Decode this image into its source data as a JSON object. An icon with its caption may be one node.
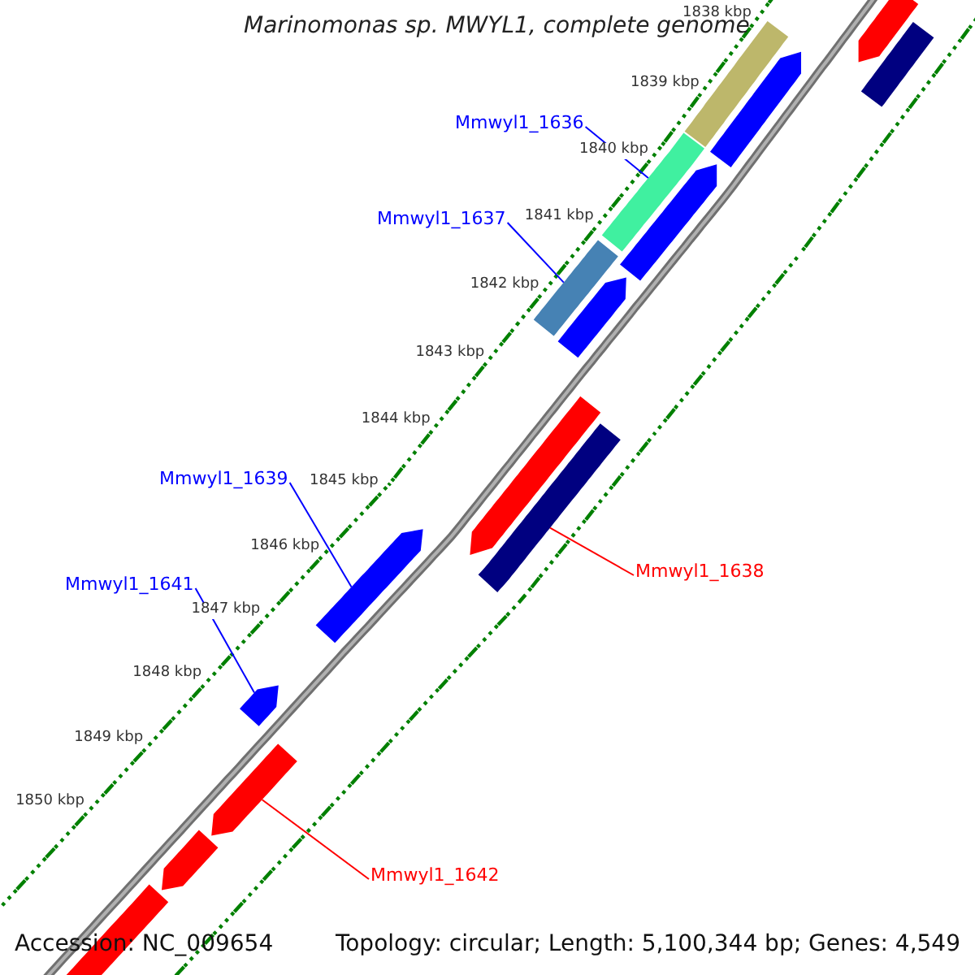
{
  "diagram": {
    "title": "Marinomonas sp. MWYL1, complete genome",
    "nodes": [
      {
        "text": [
          "Mmwyl1_1636"
        ]
      },
      {
        "text": [],
        "shape": "bar"
      },
      {
        "text": [
          "Mmwyl1_1637"
        ]
      },
      {
        "text": [],
        "shape": "bar"
      },
      {
        "text": [
          "Mmwyl1_1639"
        ]
      },
      {
        "text": [],
        "shape": "pentagon"
      },
      {
        "text": [
          "Mmwyl1_1638"
        ]
      },
      {
        "text": [],
        "shape": "bar"
      },
      {
        "text": [
          "Mmwyl1_1641"
        ]
      },
      {
        "text": [],
        "shape": "pentagon"
      },
      {
        "text": [
          "Mmwyl1_1642"
        ]
      },
      {
        "text": [],
        "shape": "pentagon"
      },
      {
        "text": [],
        "shape": "pentagon"
      },
      {
        "text": [],
        "shape": "bar"
      },
      {
        "text": [],
        "shape": "bar"
      },
      {
        "text": [],
        "shape": "pentagon"
      },
      {
        "text": [],
        "shape": "pentagon"
      },
      {
        "text": [],
        "shape": "pentagon"
      },
      {
        "text": [],
        "shape": "pentagon"
      },
      {
        "text": [],
        "shape": "pentagon"
      },
      {
        "text": [],
        "shape": "pentagon"
      }
    ],
    "edges": [
      {
        "from": 0,
        "to": 1,
        "arrow": "none"
      },
      {
        "from": 2,
        "to": 3,
        "arrow": "none"
      },
      {
        "from": 4,
        "to": 5,
        "arrow": "none"
      },
      {
        "from": 6,
        "to": 7,
        "arrow": "none",
        "color": "#ff0000"
      },
      {
        "from": 8,
        "to": 9,
        "arrow": "none"
      },
      {
        "from": 10,
        "to": 11,
        "arrow": "none",
        "color": "#ff0000"
      }
    ],
    "labels": [
      "1838 kbp",
      "1839 kbp",
      "1840 kbp",
      "1841 kbp",
      "1842 kbp",
      "1843 kbp",
      "1844 kbp",
      "1845 kbp",
      "1846 kbp",
      "1847 kbp",
      "1848 kbp",
      "1849 kbp",
      "1850 kbp",
      "Accession: NC_009654",
      "Topology: circular; Length: 5,100,344 bp; Genes: 4,549"
    ]
  }
}
